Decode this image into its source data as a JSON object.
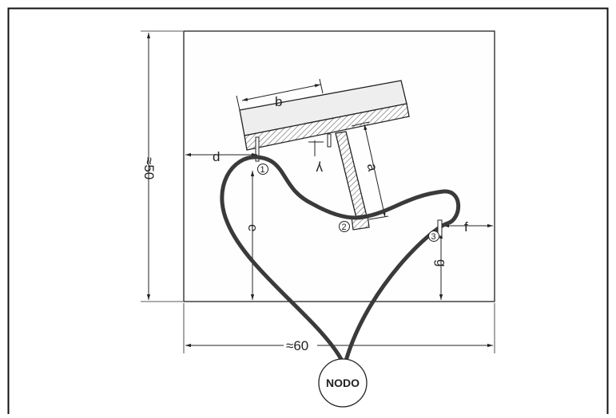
{
  "dimensions": {
    "height": "≈50",
    "width": "≈60",
    "a": "a",
    "b": "b",
    "d": "d",
    "e": "e",
    "f": "f",
    "g": "g",
    "gamma": "γ"
  },
  "points": {
    "p1": "1",
    "p2": "2",
    "p3": "3"
  },
  "node": {
    "label": "NODO"
  },
  "colors": {
    "cable": "#3a3a3a",
    "line": "#222222",
    "flange": "#eeeeee"
  }
}
